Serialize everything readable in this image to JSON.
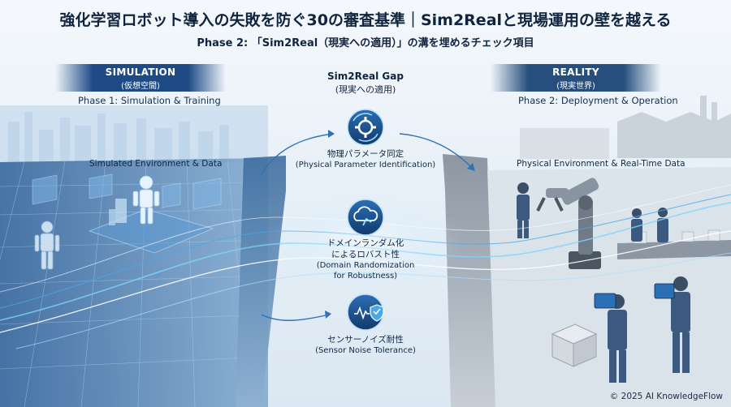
{
  "header": {
    "title": "強化学習ロボット導入の失敗を防ぐ30の審査基準｜Sim2Realと現場運用の壁を越える",
    "subtitle": "Phase 2: 「Sim2Real（現実への適用）」の溝を埋めるチェック項目"
  },
  "simulation": {
    "banner_title": "SIMULATION",
    "banner_sub": "(仮想空間)",
    "phase": "Phase 1: Simulation & Training",
    "env_label": "Simulated Environment & Data"
  },
  "reality": {
    "banner_title": "REALITY",
    "banner_sub": "(現実世界)",
    "phase": "Phase 2: Deployment & Operation",
    "env_label": "Physical Environment & Real-Time Data"
  },
  "gap": {
    "title": "Sim2Real Gap",
    "subtitle": "(現実への適用)"
  },
  "checks": [
    {
      "jp": "物理パラメータ同定",
      "en": "(Physical Parameter Identification)",
      "icon": "gear-cycle-icon"
    },
    {
      "jp": "ドメインランダム化\nによるロバスト性",
      "en": "(Domain Randomization\nfor Robustness)",
      "icon": "cloud-robot-arm-icon"
    },
    {
      "jp": "センサーノイズ耐性",
      "en": "(Sensor Noise Tolerance)",
      "icon": "shield-signal-icon"
    }
  ],
  "footer": {
    "copyright": "© 2025 AI KnowledgeFlow"
  },
  "colors": {
    "primary": "#1e4b86",
    "accent": "#2e8bd6",
    "glow": "#7fd3ff",
    "ink": "#10243f"
  }
}
